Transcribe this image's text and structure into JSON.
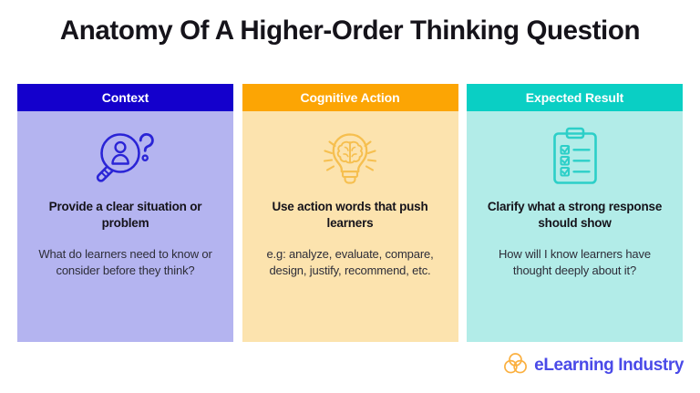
{
  "page": {
    "title": "Anatomy Of A Higher-Order Thinking Question",
    "background": "#ffffff"
  },
  "columns": [
    {
      "id": "context",
      "header": "Context",
      "heading": "Provide a clear situation or problem",
      "text": "What do learners need to know or consider before they think?",
      "icon": "magnifier-person-question-icon",
      "header_color": "#1400cc",
      "body_color": "#b4b4f0",
      "icon_color": "#2a24d6"
    },
    {
      "id": "cognitive-action",
      "header": "Cognitive Action",
      "heading": "Use action words that push learners",
      "text": "e.g: analyze, evaluate, compare, design, justify, recommend, etc.",
      "icon": "lightbulb-brain-icon",
      "header_color": "#fca504",
      "body_color": "#fce3ae",
      "icon_color": "#f6bf4f"
    },
    {
      "id": "expected-result",
      "header": "Expected Result",
      "heading": "Clarify what a strong response should show",
      "text": "How will I know learners have thought deeply about it?",
      "icon": "clipboard-checklist-icon",
      "header_color": "#0acfc4",
      "body_color": "#b2ece8",
      "icon_color": "#2ccfc8"
    }
  ],
  "logo": {
    "mark": "interlocking-circles-icon",
    "mark_color": "#fbb040",
    "word": "eLearning Industry",
    "word_color": "#4a4ae8"
  }
}
